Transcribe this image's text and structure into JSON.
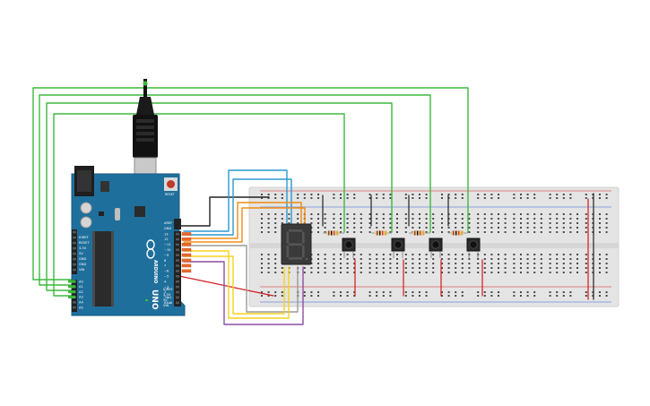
{
  "arduino": {
    "brand": "ARDUINO",
    "model": "UNO",
    "reset_label": "RESET",
    "aref_label": "AREF",
    "gnd_label": "GND",
    "ioref_label": "IOREF",
    "v33_label": "3.3V",
    "v5_label": "5V",
    "vin_label": "VIN",
    "digital_pins": [
      "13",
      "12",
      "~11",
      "~10",
      "~9",
      "8",
      "7",
      "~6",
      "~5",
      "4",
      "~3",
      "2",
      "TX▸1",
      "RX◂0"
    ],
    "analog_pins": [
      "A0",
      "A1",
      "A2",
      "A3",
      "A4",
      "A5"
    ],
    "colors": {
      "board": "#1f6f9c",
      "header": "#222222",
      "chip": "#2b2b2b"
    }
  },
  "breadboard": {
    "columns": 50,
    "colors": {
      "body": "#e4e4e4",
      "hole": "#4a4a4a",
      "rail_red": "#d11b1b",
      "rail_black": "#222222"
    }
  },
  "components": {
    "seven_segment": {
      "color": "#3a3a3a"
    },
    "resistors": 4,
    "pushbuttons": 4,
    "usb_cable_color": "#111111"
  },
  "wire_colors": {
    "green": "#3db83d",
    "blue": "#2d9ad1",
    "orange": "#f08c10",
    "yellow": "#f5d21c",
    "purple": "#8b4fa3",
    "gray": "#9a9a9a",
    "black": "#222222",
    "red": "#d11b1b"
  }
}
